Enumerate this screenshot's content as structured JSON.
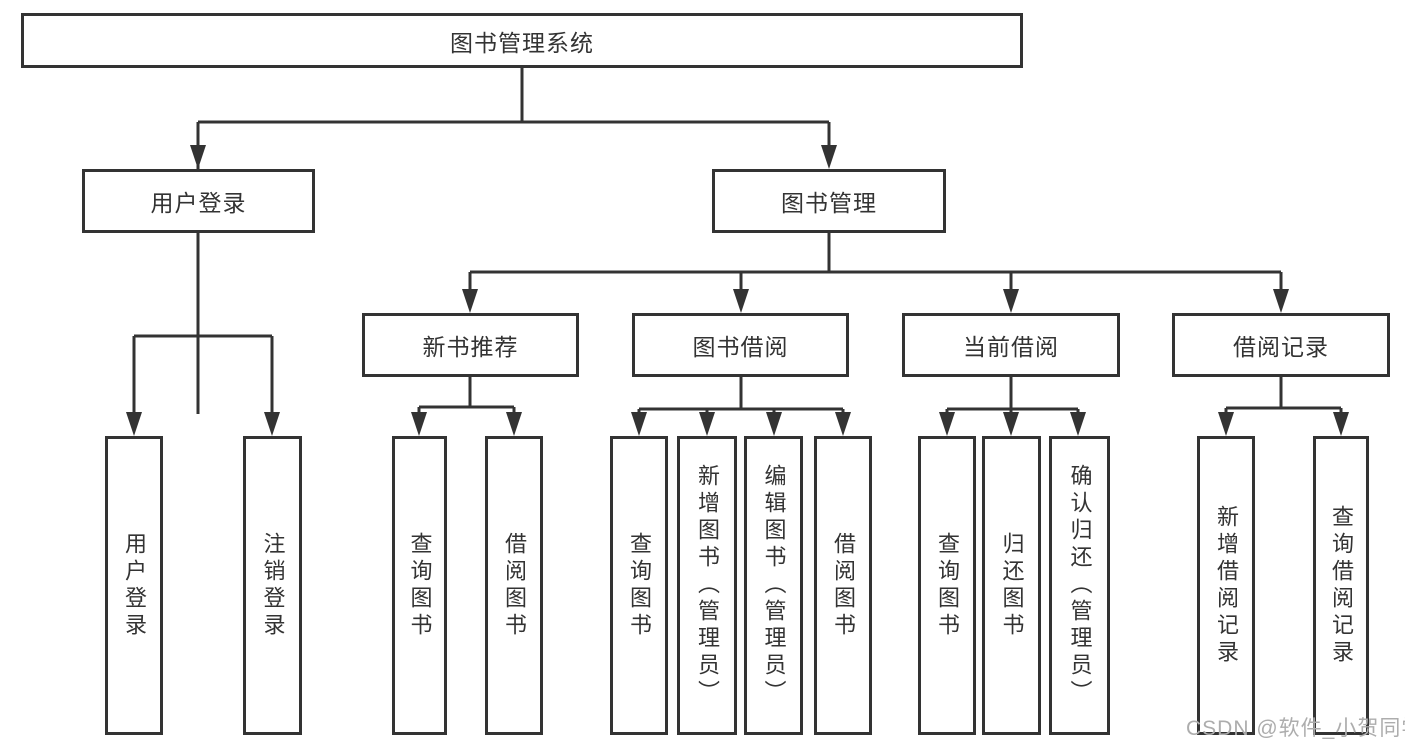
{
  "diagram_title": "图书管理系统",
  "colors": {
    "line": "#333333",
    "border": "#333333",
    "text": "#333333",
    "watermark": "#adadad",
    "background": "#ffffff"
  },
  "nodes": {
    "root": {
      "label": "图书管理系统"
    },
    "user_login": {
      "label": "用户登录"
    },
    "book_mgmt": {
      "label": "图书管理"
    },
    "new_books": {
      "label": "新书推荐"
    },
    "book_borrow": {
      "label": "图书借阅"
    },
    "current_borrow": {
      "label": "当前借阅"
    },
    "borrow_records": {
      "label": "借阅记录"
    },
    "leaf_user_login": {
      "label": "用户登录"
    },
    "leaf_logout": {
      "label": "注销登录"
    },
    "leaf_nb_query": {
      "label": "查询图书"
    },
    "leaf_nb_borrow": {
      "label": "借阅图书"
    },
    "leaf_bb_query": {
      "label": "查询图书"
    },
    "leaf_bb_add": {
      "label": "新增图书（管理员）"
    },
    "leaf_bb_edit": {
      "label": "编辑图书（管理员）"
    },
    "leaf_bb_borrow": {
      "label": "借阅图书"
    },
    "leaf_cb_query": {
      "label": "查询图书"
    },
    "leaf_cb_return": {
      "label": "归还图书"
    },
    "leaf_cb_confirm": {
      "label": "确认归还（管理员）"
    },
    "leaf_br_add": {
      "label": "新增借阅记录"
    },
    "leaf_br_query": {
      "label": "查询借阅记录"
    }
  },
  "watermark": {
    "text": "CSDN @软件_小贺同学"
  }
}
